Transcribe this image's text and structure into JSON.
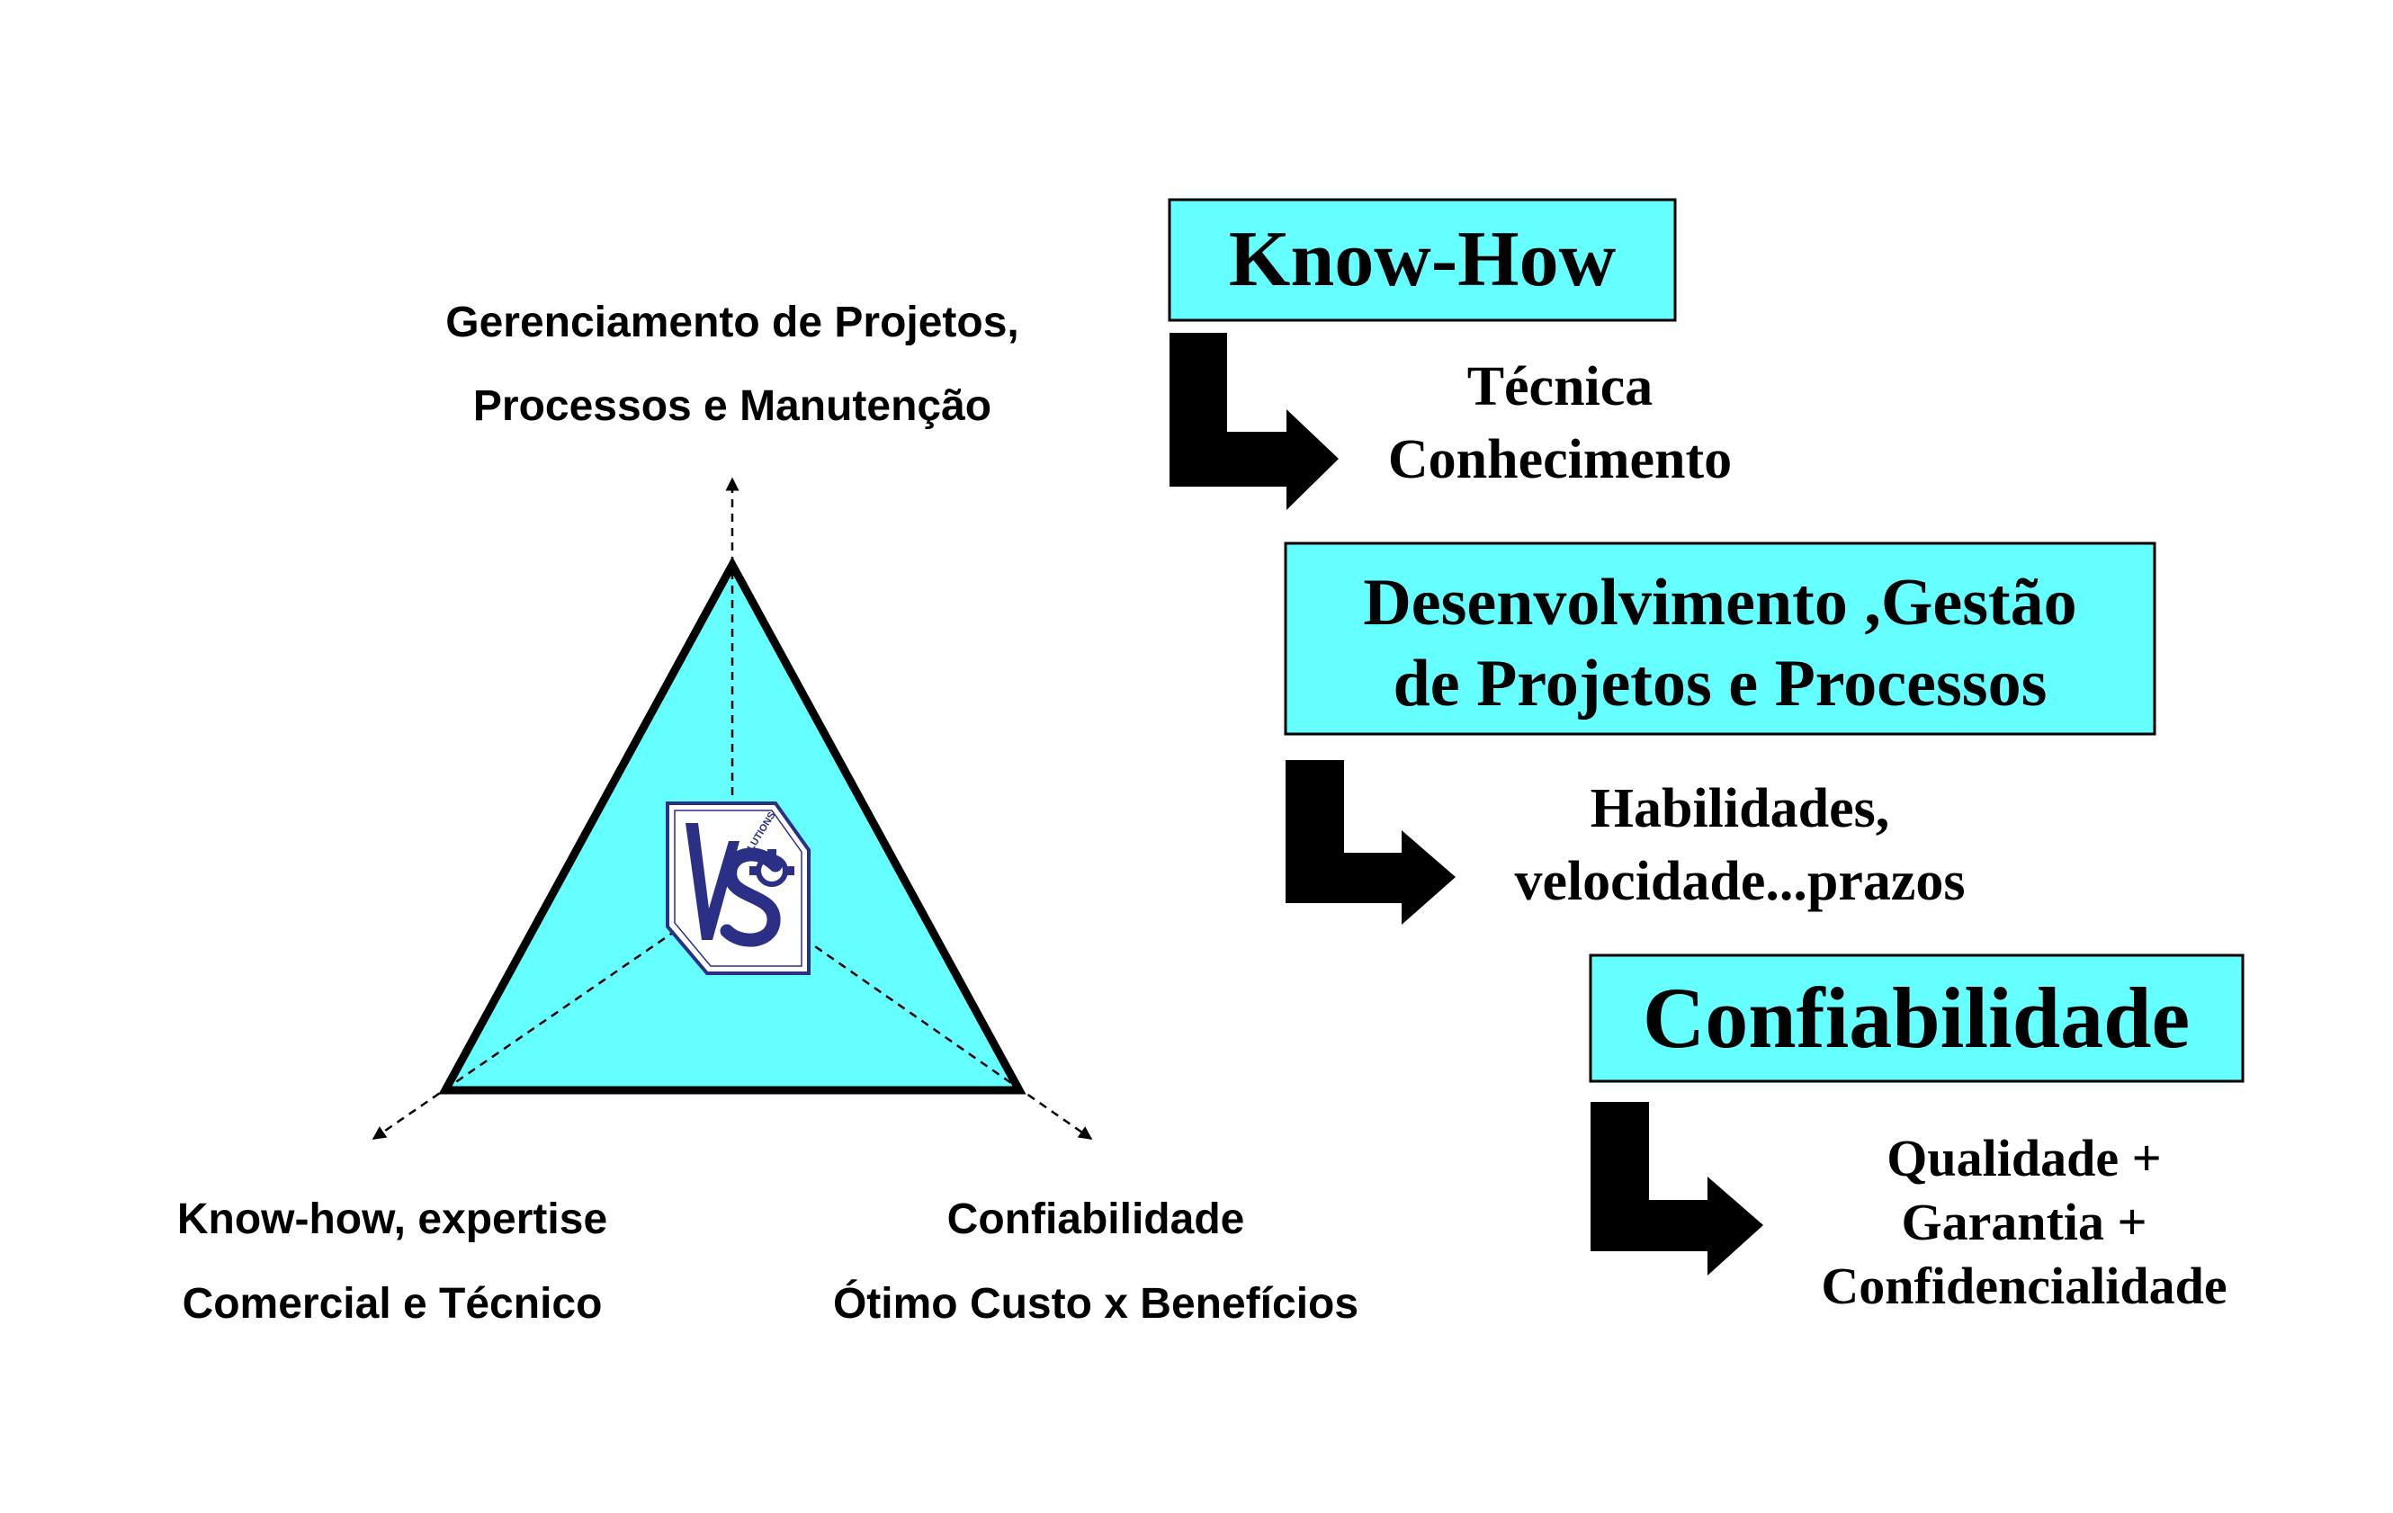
{
  "colors": {
    "box_fill": "#66ffff",
    "triangle_fill": "#66ffff",
    "logo_blue": "#2b2f86",
    "ink": "#000000"
  },
  "triangle": {
    "top_label": [
      "Gerenciamento de Projetos,",
      "Processos e Manutenção"
    ],
    "left_label": [
      "Know-how, expertise",
      "Comercial e Técnico"
    ],
    "right_label": [
      "Confiabilidade",
      "Ótimo Custo x Benefícios"
    ]
  },
  "logo": {
    "letters": "VS",
    "tagline": "SOLUTIONS",
    "icon": "gear-icon"
  },
  "pillars": [
    {
      "title": [
        "Know-How"
      ],
      "detail": [
        "Técnica",
        "Conhecimento"
      ],
      "icon": "arrow-turn-right-icon"
    },
    {
      "title": [
        "Desenvolvimento ,Gestão",
        "de Projetos e Processos"
      ],
      "detail": [
        "Habilidades,",
        "velocidade...prazos"
      ],
      "icon": "arrow-turn-right-icon"
    },
    {
      "title": [
        "Confiabilidade"
      ],
      "detail": [
        "Qualidade +",
        "Garantia +",
        "Confidencialidade"
      ],
      "icon": "arrow-turn-right-icon"
    }
  ]
}
